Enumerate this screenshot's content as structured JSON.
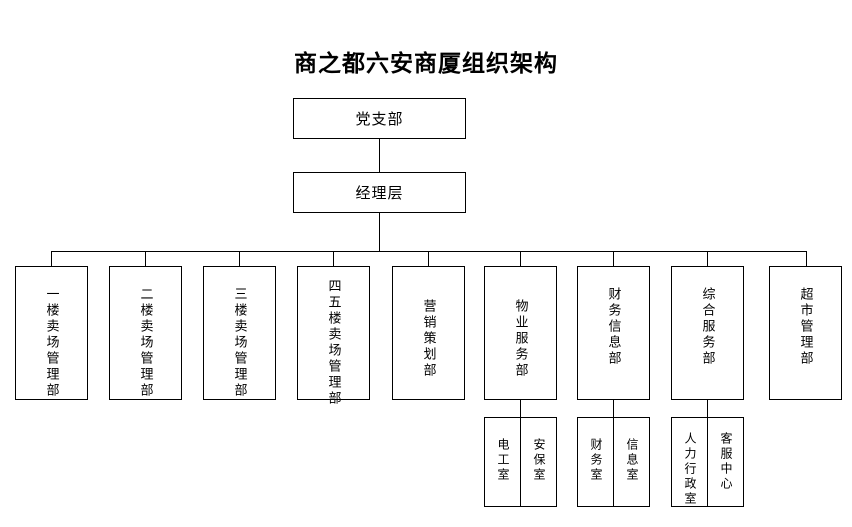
{
  "title": "商之都六安商厦组织架构",
  "top": {
    "party_branch": "党支部",
    "management": "经理层"
  },
  "departments": [
    {
      "label": "一楼卖场管理部",
      "children": []
    },
    {
      "label": "二楼卖场管理部",
      "children": []
    },
    {
      "label": "三楼卖场管理部",
      "children": []
    },
    {
      "label": "四五楼卖场管理部",
      "children": []
    },
    {
      "label": "营销策划部",
      "children": []
    },
    {
      "label": "物业服务部",
      "children": [
        "电工室",
        "安保室"
      ]
    },
    {
      "label": "财务信息部",
      "children": [
        "财务室",
        "信息室"
      ]
    },
    {
      "label": "综合服务部",
      "children": [
        "人力行政室",
        "客服中心"
      ]
    },
    {
      "label": "超市管理部",
      "children": []
    }
  ],
  "colors": {
    "background": "#ffffff",
    "line": "#000000",
    "text": "#000000"
  }
}
